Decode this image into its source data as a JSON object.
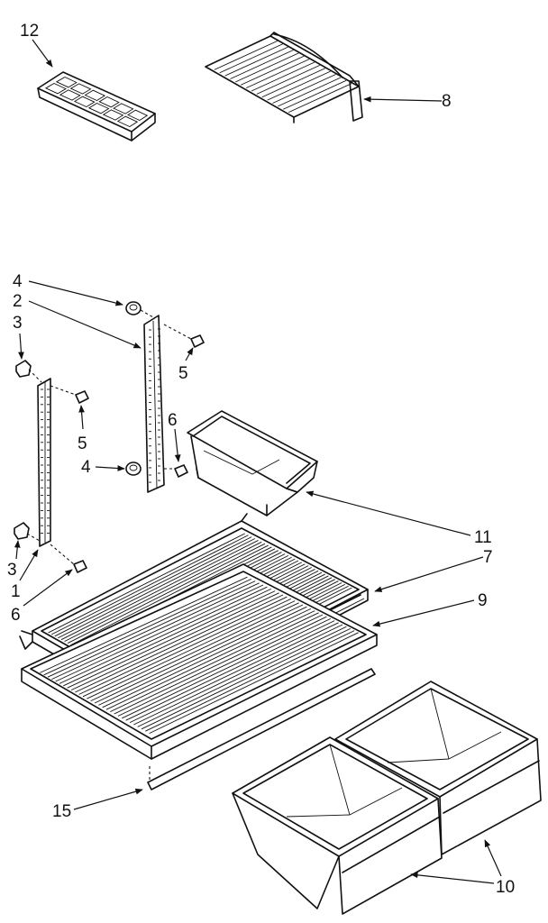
{
  "callouts": {
    "c1": "1",
    "c2": "2",
    "c3a": "3",
    "c3b": "3",
    "c4a": "4",
    "c4b": "4",
    "c5a": "5",
    "c5b": "5",
    "c6a": "6",
    "c6b": "6",
    "c7": "7",
    "c8": "8",
    "c9": "9",
    "c10": "10",
    "c11": "11",
    "c12": "12",
    "c15": "15"
  },
  "colors": {
    "ink": "#111111",
    "paper": "#ffffff"
  }
}
